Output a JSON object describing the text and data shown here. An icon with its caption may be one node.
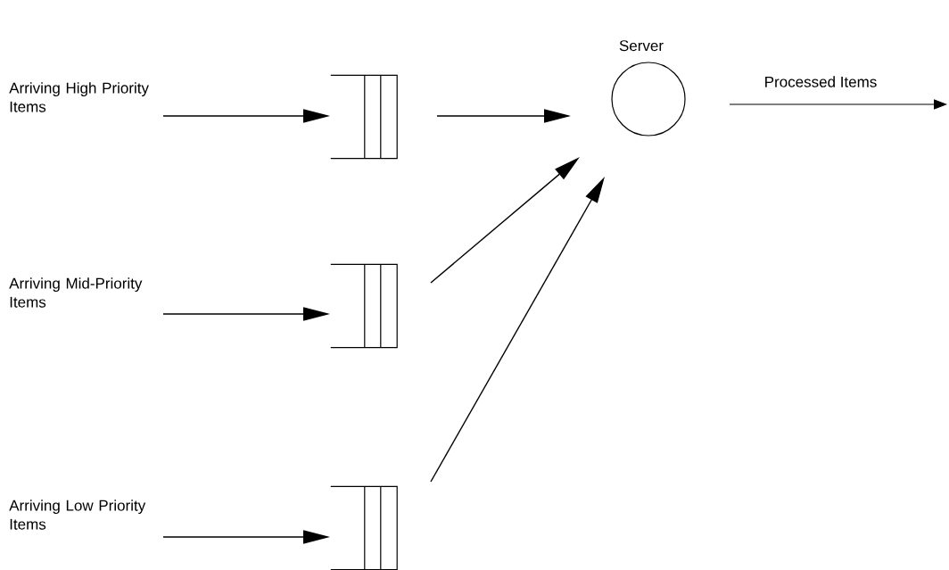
{
  "diagram": {
    "nodes": [
      {
        "text": [
          "Arriving High Priority Items"
        ]
      },
      {
        "text": [
          "Arriving Mid-Priority Items"
        ]
      },
      {
        "text": [
          "Arriving Low Priority Items"
        ]
      },
      {
        "text": [],
        "shape": "queue"
      },
      {
        "text": [],
        "shape": "queue"
      },
      {
        "text": [],
        "shape": "queue"
      },
      {
        "text": [
          "Server"
        ]
      }
    ],
    "edges": [
      {
        "from": 0,
        "to": 3,
        "arrow": "to"
      },
      {
        "from": 1,
        "to": 4,
        "arrow": "to"
      },
      {
        "from": 2,
        "to": 5,
        "arrow": "to"
      },
      {
        "from": 3,
        "to": 6,
        "arrow": "to"
      },
      {
        "from": 4,
        "to": 6,
        "arrow": "to"
      },
      {
        "from": 5,
        "to": 6,
        "arrow": "to"
      },
      {
        "from": 6,
        "to": null,
        "arrow": "to",
        "label": "Processed Items"
      }
    ]
  }
}
